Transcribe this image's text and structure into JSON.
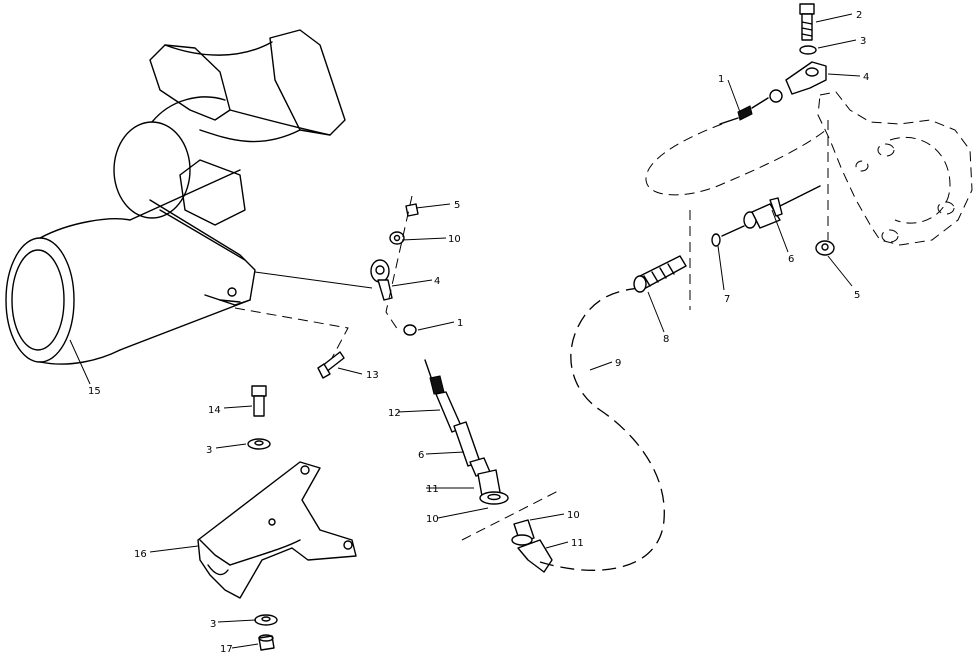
{
  "callouts": {
    "c2": "2",
    "c3_top": "3",
    "c4_top": "4",
    "c1_top": "1",
    "c6_right": "6",
    "c7": "7",
    "c5_right": "5",
    "c8": "8",
    "c9": "9",
    "c5_mid": "5",
    "c10_mid": "10",
    "c4_mid": "4",
    "c1_mid": "1",
    "c13": "13",
    "c12": "12",
    "c6_mid": "6",
    "c11_mid": "11",
    "c10_low": "10",
    "c10_right": "10",
    "c11_right": "11",
    "c15": "15",
    "c14": "14",
    "c3_left": "3",
    "c16": "16",
    "c3_bottom": "3",
    "c17": "17"
  }
}
